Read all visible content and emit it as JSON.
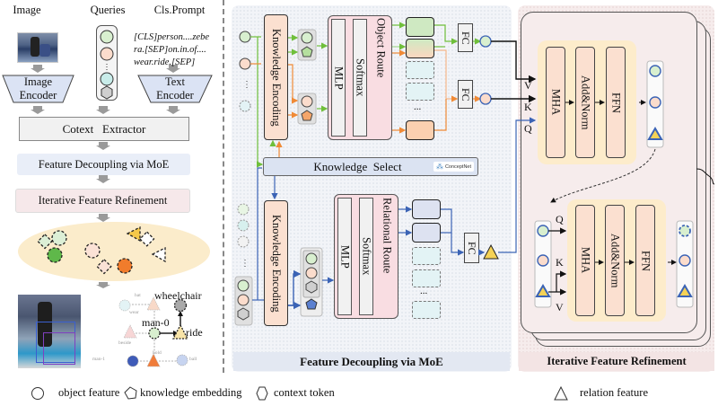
{
  "left_pipeline": {
    "headers": {
      "image": "Image",
      "queries": "Queries",
      "cls_prompt": "Cls.Prompt"
    },
    "prompt_text": [
      "[CLS]person....zebe",
      "ra.[SEP]on.in.of....",
      "wear.ride.[SEP]"
    ],
    "image_encoder": [
      "Image",
      "Encoder"
    ],
    "text_encoder": [
      "Text",
      "Encoder"
    ],
    "context_extractor": "Cotext   Extractor",
    "feature_decoupling": "Feature Decoupling via MoE",
    "iterative_refinement": "Iterative Feature Refinement",
    "scene_graph_labels": {
      "wheelchair": "wheelchair",
      "man0": "man-0",
      "ride": "ride",
      "hat": "hat",
      "wear": "wear",
      "beside": "beside",
      "hold": "hold",
      "ball": "ball",
      "man1": "man-1"
    }
  },
  "moe_panel": {
    "title": "Feature Decoupling via MoE",
    "knowledge_encoding": "Knowledge Encoding",
    "knowledge_select": "Knowledge  Select",
    "conceptnet": "ConceptNet",
    "mlp": "MLP",
    "softmax": "Softmax",
    "object_route": "Object Route",
    "relational_route": "Relational Route",
    "fc": "FC",
    "ellipsis": "..."
  },
  "refine_panel": {
    "title": "Iterative Feature Refinement",
    "mha": "MHA",
    "add_norm": "Add&Norm",
    "ffn": "FFN",
    "v": "V",
    "k": "K",
    "q": "Q"
  },
  "legend": {
    "items": [
      {
        "icon": "circle",
        "label": "object feature"
      },
      {
        "icon": "pentagon",
        "label": "knowledge embedding"
      },
      {
        "icon": "hexagon",
        "label": "context token"
      },
      {
        "icon": "triangle",
        "label": "relation feature"
      }
    ]
  },
  "colors": {
    "green": "#d3ecc8",
    "green_dark": "#6fbf3a",
    "orange": "#f9dcc8",
    "orange_dark": "#f08a36",
    "blue": "#3b63b5",
    "yellow": "#f5d256",
    "pink_box": "#f9dde2",
    "ke_box": "#f9e0d0"
  }
}
